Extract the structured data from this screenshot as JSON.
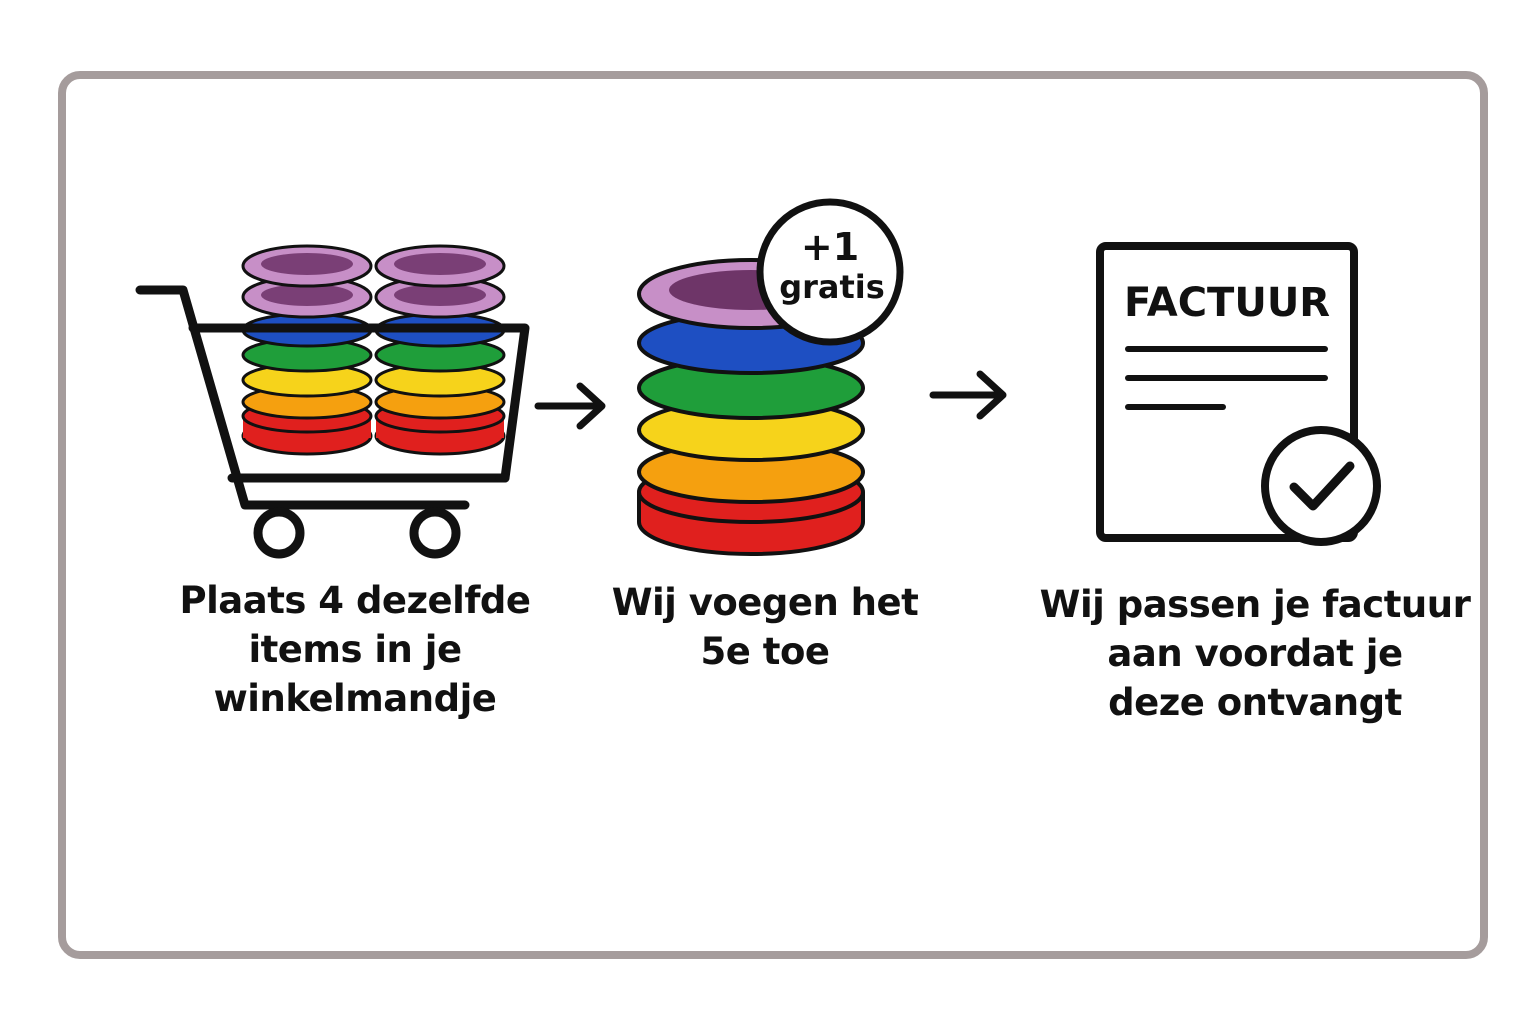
{
  "steps": [
    {
      "caption": "Plaats 4 dezelfde\nitems in je\nwinkelmandje",
      "icon": "shopping-cart-icon"
    },
    {
      "caption": "Wij voegen het\n5e toe",
      "badge_line1": "+1",
      "badge_line2": "gratis",
      "icon": "ring-stack-icon"
    },
    {
      "caption": "Wij passen je factuur\naan voordat je\ndeze ontvangt",
      "invoice_title": "FACTUUR",
      "icon": "invoice-check-icon"
    }
  ],
  "colors": {
    "frame": "#a59c9c",
    "ring_top": "#c78fc7",
    "ring_blue": "#1e4fc2",
    "ring_green": "#1f9e3a",
    "ring_yellow": "#f6d31b",
    "ring_orange": "#f5a00f",
    "ring_red": "#e0201e",
    "ink": "#111111"
  }
}
